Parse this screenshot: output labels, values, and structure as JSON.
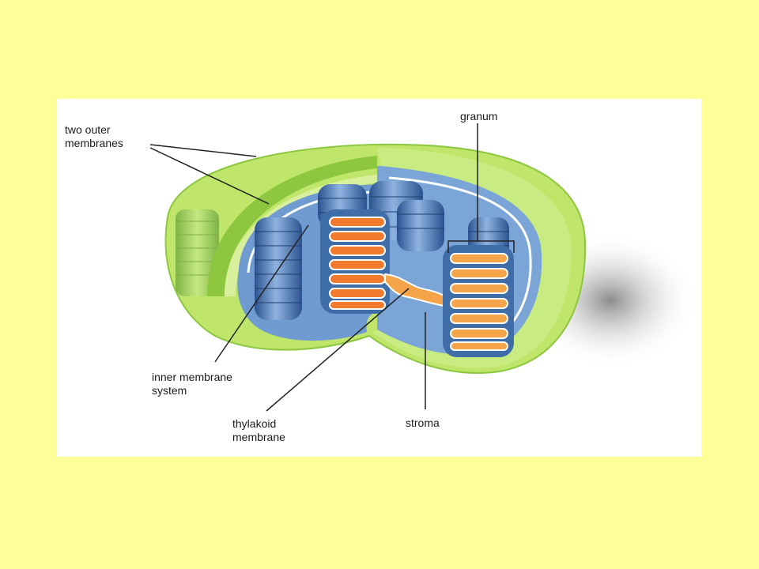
{
  "background_color": "#FFFF99",
  "panel_color": "#FFFFFF",
  "colors": {
    "outer_membrane": "#bfe56a",
    "outer_membrane_dark": "#8dc63f",
    "thylakoid_blue": "#3f6da8",
    "thylakoid_light": "#9ec0e6",
    "lumen_orange": "#f07a2e",
    "stroma_blue": "#6f9bd0"
  },
  "labels": {
    "two_outer_membranes": [
      "two outer",
      "membranes"
    ],
    "granum": "granum",
    "inner_membrane_system": [
      "inner membrane",
      "system"
    ],
    "thylakoid_membrane": [
      "thylakoid",
      "membrane"
    ],
    "stroma": "stroma"
  }
}
